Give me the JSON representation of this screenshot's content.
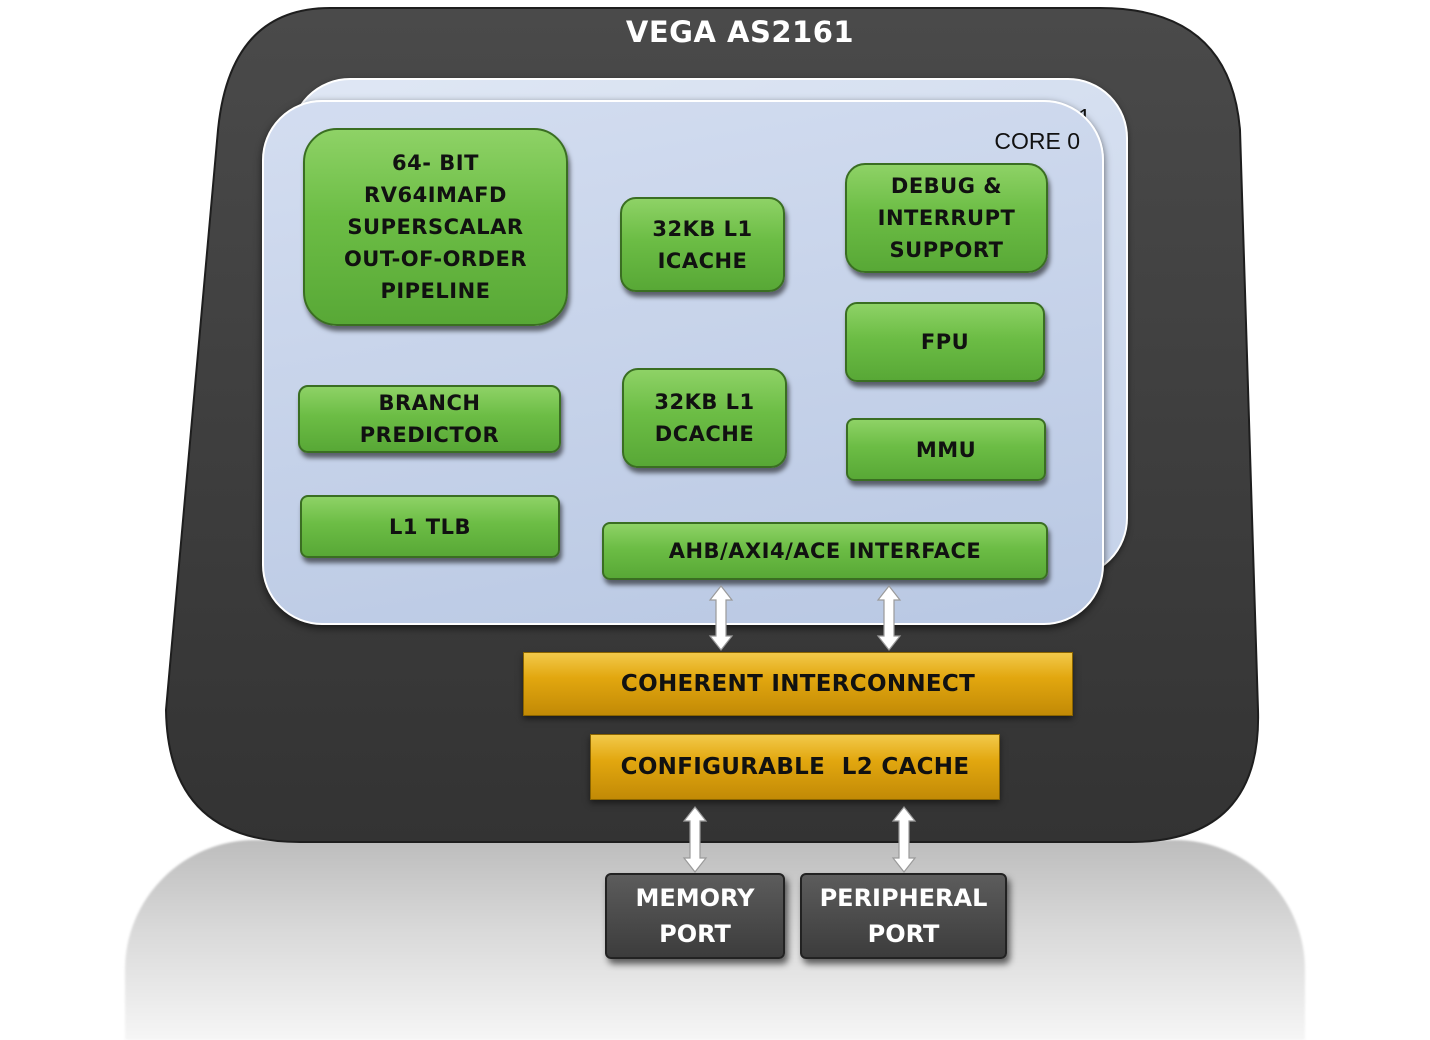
{
  "chip": {
    "title": "VEGA AS2161"
  },
  "cores": {
    "back_label": "1",
    "front_label": "CORE 0"
  },
  "blocks": {
    "pipeline": [
      "64- BIT",
      "RV64IMAFD",
      "SUPERSCALAR",
      "OUT-OF-ORDER",
      "PIPELINE"
    ],
    "icache": [
      "32KB L1",
      "ICACHE"
    ],
    "debug": [
      "DEBUG &",
      "INTERRUPT",
      "SUPPORT"
    ],
    "fpu": [
      "FPU"
    ],
    "branch": [
      "BRANCH",
      "PREDICTOR"
    ],
    "dcache": [
      "32KB L1",
      "DCACHE"
    ],
    "mmu": [
      "MMU"
    ],
    "tlb": [
      "L1 TLB"
    ],
    "bus_interface": [
      "AHB/AXI4/ACE INTERFACE"
    ]
  },
  "interconnect": {
    "coherent": "COHERENT INTERCONNECT",
    "l2": "CONFIGURABLE  L2 CACHE"
  },
  "ports": {
    "memory": [
      "MEMORY",
      "PORT"
    ],
    "peripheral": [
      "PERIPHERAL",
      "PORT"
    ]
  },
  "colors": {
    "chip_body": "#3d3d3d",
    "core_panel": "#c3d0e8",
    "functional_block": "#6cbd45",
    "interconnect_bar": "#e2a70f",
    "port_box": "#4a4a4a"
  }
}
